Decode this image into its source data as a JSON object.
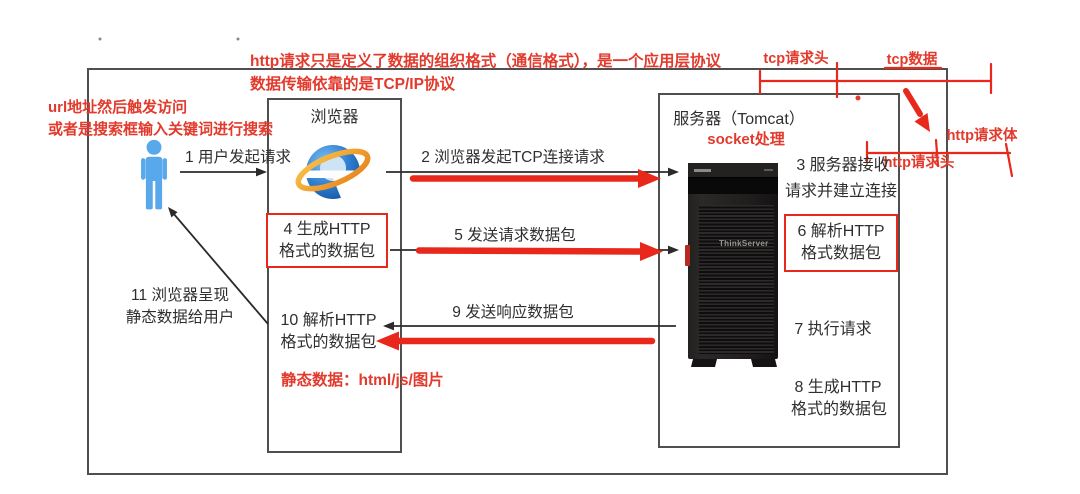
{
  "annotations": {
    "top_note_line1": "http请求只是定义了数据的组织格式（通信格式），是一个应用层协议",
    "top_note_line2": "数据传输依靠的是TCP/IP协议",
    "left_note_line1": "url地址然后触发访问",
    "left_note_line2": "或者是搜索框输入关键词进行搜索",
    "tcp_header": "tcp请求头",
    "tcp_data": "tcp数据",
    "http_body": "http请求体",
    "http_header": "http请求头",
    "socket": "socket处理",
    "static_data": "静态数据：html/js/图片"
  },
  "browser": {
    "title": "浏览器",
    "step4_line1": "4 生成HTTP",
    "step4_line2": "格式的数据包",
    "step10_line1": "10 解析HTTP",
    "step10_line2": "格式的数据包"
  },
  "server": {
    "title": "服务器（Tomcat）",
    "step3_line1": "3 服务器接收",
    "step3_line2": "请求并建立连接",
    "step6_line1": "6 解析HTTP",
    "step6_line2": "格式数据包",
    "step7": "7 执行请求",
    "step8_line1": "8 生成HTTP",
    "step8_line2": "格式的数据包",
    "tower_logo": "ThinkServer"
  },
  "flows": {
    "step1": "1 用户发起请求",
    "step2": "2 浏览器发起TCP连接请求",
    "step5": "5 发送请求数据包",
    "step9": "9 发送响应数据包",
    "step11_line1": "11 浏览器呈现",
    "step11_line2": "静态数据给用户"
  },
  "colors": {
    "annotation_red": "#e23a2c",
    "arrow_red": "#e8281a",
    "person_blue": "#59a8ec",
    "box_border_gray": "#4f4f4f",
    "tower_black": "#1b1919"
  }
}
